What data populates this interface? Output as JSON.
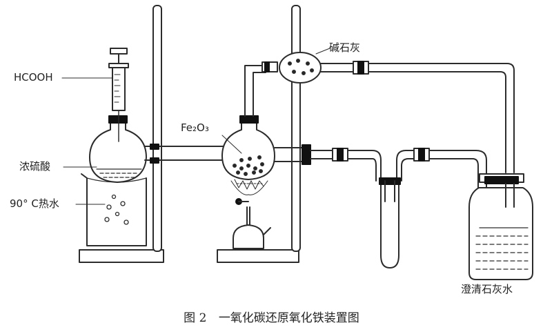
{
  "labels": {
    "hcooh": "HCOOH",
    "fe2o3": "Fe₂O₃",
    "soda_lime": "碱石灰",
    "conc_sulfuric": "浓硫酸",
    "hot_water": "90° C热水",
    "limewater": "澄清石灰水"
  },
  "caption": {
    "figure_no": "图 2",
    "title": "一氧化碳还原氧化铁装置图"
  },
  "colors": {
    "line": "#2b2b2b",
    "fill_light": "#ffffff",
    "stopper": "#111111"
  }
}
